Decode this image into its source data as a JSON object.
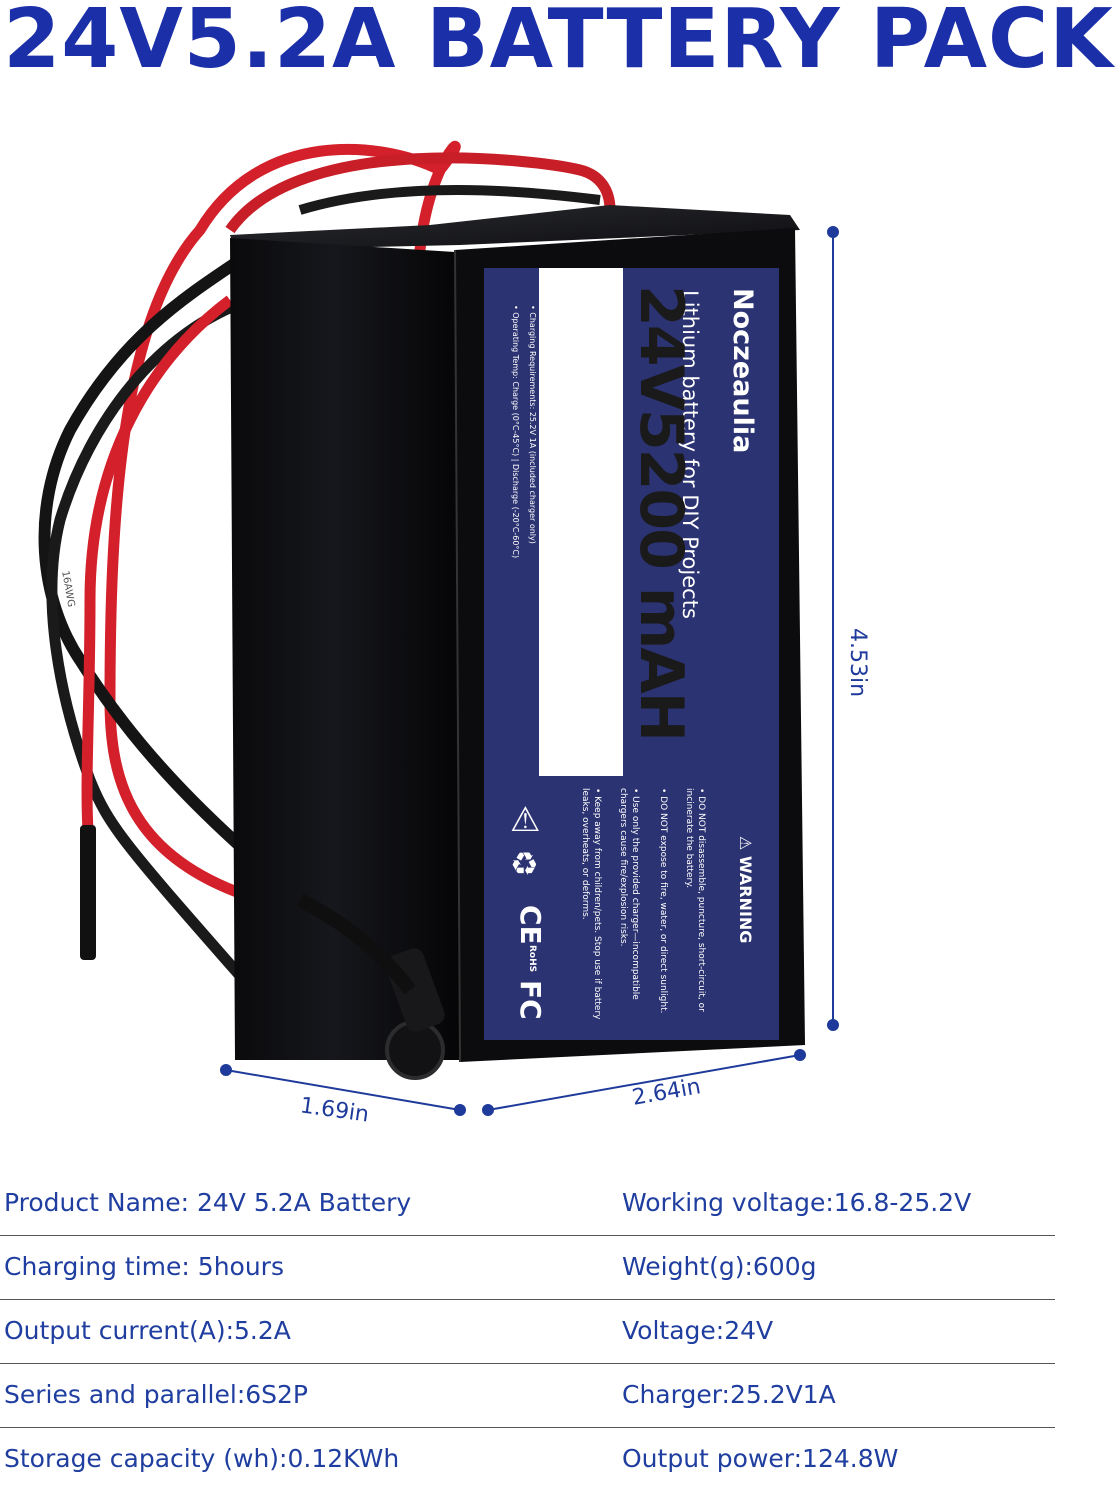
{
  "title": "24V5.2A BATTERY PACK",
  "product": {
    "brand": "Noczeaulia",
    "subtitle": "Lithium battery for DIY Projects",
    "capacity_label": "24V5200 mAH",
    "spec_line_1": "• Charging Requirements: 25.2V 1A (included charger only)",
    "spec_line_2": "• Operating Temp: Charge (0°C-45°C) | Discharge (-20°C-60°C)",
    "warning_title": "WARNING",
    "warning_lines": [
      "• DO NOT disassemble, puncture, short-circuit, or",
      "  incinerate the battery.",
      "• DO NOT expose to fire, water, or direct sunlight.",
      "• Use only the provided charger—incompatible",
      "  chargers cause fire/explosion risks.",
      "• Keep away from children/pets. Stop use if battery",
      "  leaks, overheats, or deforms."
    ],
    "cert_marks": [
      "CE",
      "FC",
      "RoHS"
    ],
    "wire_marking": "16AWG"
  },
  "dimensions": {
    "height": "4.53in",
    "width": "2.64in",
    "depth": "1.69in"
  },
  "specs": [
    {
      "left": "Product Name: 24V 5.2A Battery",
      "right": "Working voltage:16.8-25.2V"
    },
    {
      "left": "Charging time:  5hours",
      "right": "Weight(g):600g"
    },
    {
      "left": "Output  current(A):5.2A",
      "right": "Voltage:24V"
    },
    {
      "left": "Series and parallel:6S2P",
      "right": " Charger:25.2V1A"
    },
    {
      "left": "Storage capacity (wh):0.12KWh",
      "right": "Output power:124.8W"
    }
  ],
  "colors": {
    "title": "#1b2fa8",
    "label_bg": "#2b3372",
    "spec_text": "#1f3e9f",
    "wire_red": "#d3202a",
    "dim_blue": "#1e3a9a"
  }
}
